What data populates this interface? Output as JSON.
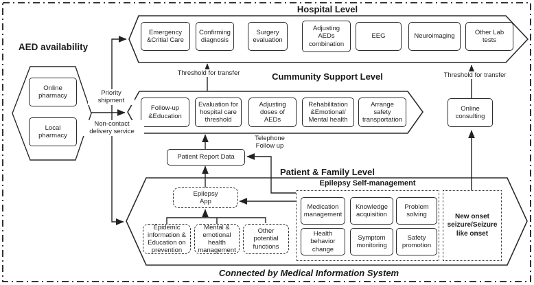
{
  "levels": {
    "hospital": {
      "title": "Hospital Level",
      "boxes": [
        "Emergency\n&Critial Care",
        "Confirming\ndiagnosis",
        "Surgery\nevaluation",
        "Adjusting\nAEDs\ncombination",
        "EEG",
        "Neuroimaging",
        "Other Lab\ntests"
      ]
    },
    "community": {
      "title": "Cummunity Support Level",
      "boxes": [
        "Follow-up\n&Education",
        "Evaluation for\nhospital care\nthreshold",
        "Adjusting\ndoses of\nAEDs",
        "Rehabilitation\n&Emotional/\nMental health",
        "Arrange\nsafety\ntransportation"
      ]
    },
    "patient": {
      "title": "Patient & Family Level",
      "self_management": {
        "title": "Epilepsy Self-management",
        "boxes": [
          "Medication\nmanagement",
          "Knowledge\nacquisition",
          "Problem\nsolving",
          "Health\nbehavior\nchange",
          "Symptom\nmonitoring",
          "Safety\npromotion"
        ]
      },
      "app": {
        "label": "Epilepsy\nApp",
        "modules": [
          "Epidemic\ninformation &\nEducation on\nprevention",
          "Mental &\nemotional\nhealth\nmanagement",
          "Other\npotential\nfunctions"
        ]
      },
      "new_onset": "New onset\nseizure/Seizure\nlike onset"
    }
  },
  "aed": {
    "title": "AED availability",
    "boxes": [
      "Online\npharmacy",
      "Local\npharmacy"
    ]
  },
  "nodes": {
    "patient_report": "Patient Report Data",
    "online_consulting": "Online\nconsulting"
  },
  "labels": {
    "priority": "Priority\nshipment",
    "non_contact": "Non-contact\ndelivery service",
    "threshold_left": "Threshold for transfer",
    "threshold_right": "Threshold for transfer",
    "telephone": "Telephone\nFollow up"
  },
  "footer": "Connected by Medical Information System"
}
